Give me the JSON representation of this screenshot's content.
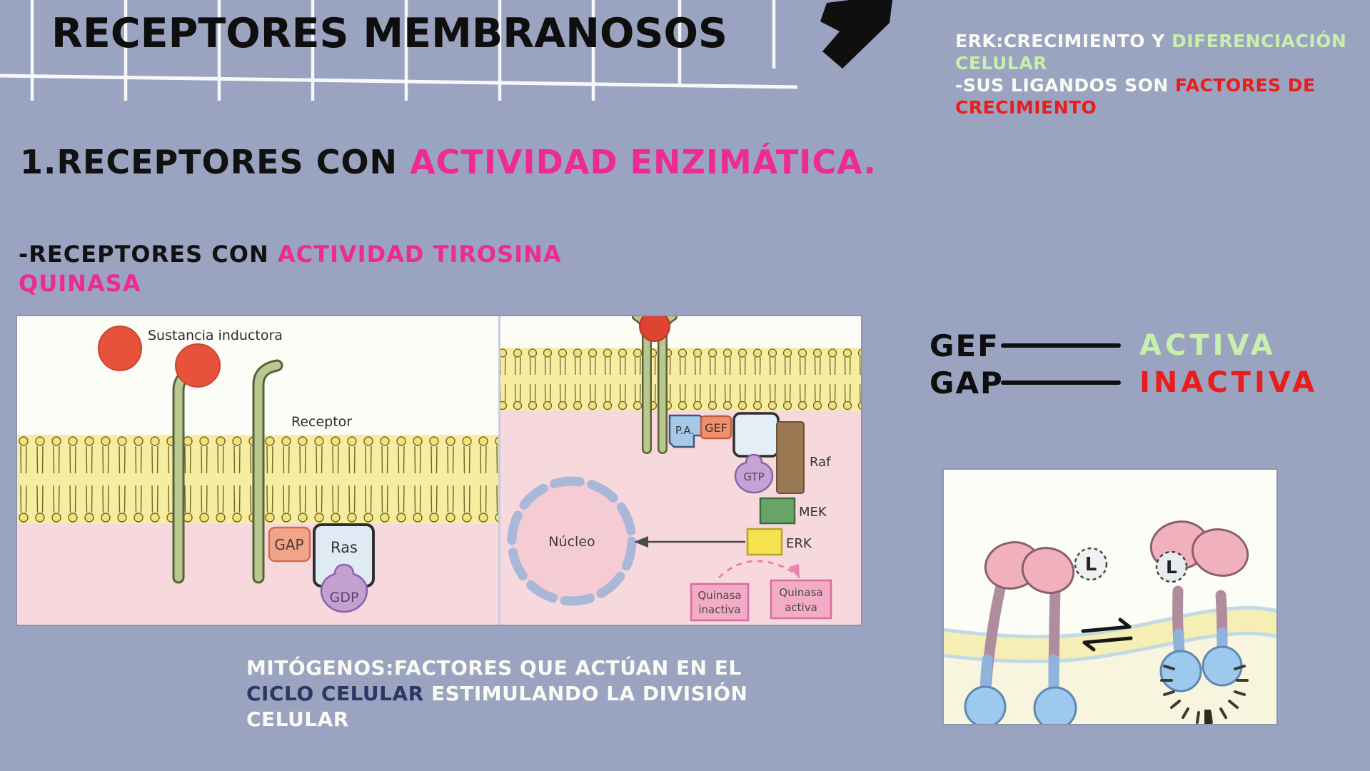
{
  "slide": {
    "title": "RECEPTORES MEMBRANOSOS",
    "erk_note": {
      "l1_white": "ERK:CRECIMIENTO Y ",
      "l1_green": "DIFERENCIACIÓN",
      "l2_green": "CELULAR",
      "l3_white": "-SUS LIGANDOS SON ",
      "l3_red": "FACTORES DE",
      "l4_red": "CRECIMIENTO"
    },
    "heading1": {
      "black": "1.RECEPTORES CON ",
      "pink": "ACTIVIDAD ENZIMÁTICA."
    },
    "subheading": {
      "black": "-RECEPTORES CON ",
      "pink1": "ACTIVIDAD TIROSINA",
      "pink2": "QUINASA"
    },
    "legend": {
      "row1_label": "GEF",
      "row1_value": "ACTIVA",
      "row2_label": "GAP",
      "row2_value": "INACTIVA"
    },
    "mitogenos": {
      "l1": "MITÓGENOS:FACTORES QUE ACTÚAN EN EL",
      "l2_navy": "CICLO CELULAR",
      "l2_white": " ESTIMULANDO LA DIVISIÓN",
      "l3": "CELULAR"
    }
  },
  "pathway_diagram": {
    "labels": {
      "sustancia": "Sustancia inductora",
      "receptor": "Receptor",
      "gap": "GAP",
      "ras_left": "Ras",
      "gdp": "GDP",
      "pa": "P.A.",
      "gef": "GEF",
      "gtp": "GTP",
      "raf": "Raf",
      "mek": "MEK",
      "erk": "ERK",
      "nucleo": "Núcleo",
      "quinasa_inactiva_1": "Quinasa",
      "quinasa_inactiva_2": "inactiva",
      "quinasa_activa_1": "Quinasa",
      "quinasa_activa_2": "activa"
    }
  },
  "dimer_diagram": {
    "ligand_left": "L",
    "ligand_right": "L"
  },
  "colors": {
    "background": "#9aa3bf",
    "accent_pink": "#ee2a94",
    "accent_green": "#c9efad",
    "accent_red": "#ea1d1d",
    "accent_navy": "#2e3566",
    "text_black": "#111111",
    "text_white": "#fbfbf6",
    "membrane_yellow": "#f6eda0",
    "cytoplasm_pink": "#f7d8dd",
    "ligand_red": "#e6523c",
    "receptor_green": "#b8c88f",
    "gap_box": "#f2a489",
    "ras_box": "#dfeaf4",
    "gdp_purple": "#c4a0d1",
    "pa_box": "#a6c9e8",
    "gef_box": "#ef916c",
    "raf_brown": "#9a7851",
    "mek_green": "#68a468",
    "erk_yellow": "#f6e14e",
    "quinasa_pink": "#f3abc6",
    "nucleus_ring": "#a9b7d8"
  }
}
